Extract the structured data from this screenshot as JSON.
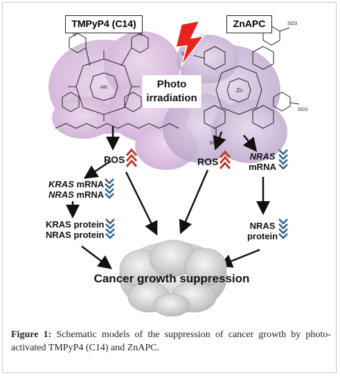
{
  "labels": {
    "left_molecule": "TMPyP4 (C14)",
    "right_molecule": "ZnAPC",
    "photo_line1": "Photo",
    "photo_line2": "irradiation",
    "ros_left": "ROS",
    "ros_right": "ROS",
    "kras_gene": "KRAS",
    "kras_mrna": "mRNA",
    "nras_gene_left": "NRAS",
    "nras_mrna_left": "mRNA",
    "kras_protein": "KRAS protein",
    "nras_protein_left": "NRAS protein",
    "nras_gene_right": "NRAS",
    "nras_mrna_right": "mRNA",
    "nras_protein_right_1": "NRAS",
    "nras_protein_right_2": "protein",
    "outcome": "Cancer growth suppression",
    "zn": "Zn"
  },
  "caption": {
    "prefix": "Figure 1:",
    "text": " Schematic models of the suppression of cancer growth by photo-activated TMPyP4 (C14) and ZnAPC."
  },
  "colors": {
    "cloud_left": "#d8b4dc",
    "cloud_right": "#c8b0d8",
    "lightning": "#e8231f",
    "up_chevron": "#c0392b",
    "down_chevron": "#2f5f8a",
    "tumor": "#d9d9d9"
  }
}
